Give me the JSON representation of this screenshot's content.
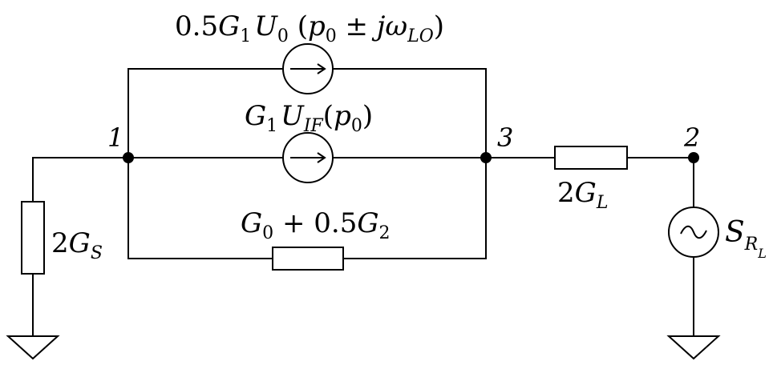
{
  "diagram": {
    "type": "circuit",
    "nodes": [
      {
        "id": "node-1",
        "label": "1"
      },
      {
        "id": "node-3",
        "label": "3"
      },
      {
        "id": "node-2",
        "label": "2"
      }
    ],
    "components": {
      "top_source": {
        "kind": "current-source",
        "label": {
          "coef": "0.5",
          "g": "G",
          "g_sub": "1",
          "u": "U",
          "u_sub": "0",
          "open": " (",
          "p": "p",
          "p_sub": "0",
          "pm": " ± ",
          "j": "j",
          "omega": "ω",
          "omega_sub": "LO",
          "close": ")"
        }
      },
      "mid_source": {
        "kind": "current-source",
        "label": {
          "g": "G",
          "g_sub": "1",
          "u": "U",
          "u_sub": "IF",
          "open": "(",
          "p": "p",
          "p_sub": "0",
          "close": ")"
        }
      },
      "bottom_conductance": {
        "kind": "resistor",
        "label": {
          "g0": "G",
          "g0_sub": "0",
          "plus": " + 0.5",
          "g2": "G",
          "g2_sub": "2"
        }
      },
      "source_conductance": {
        "kind": "resistor",
        "label": {
          "coef": "2",
          "g": "G",
          "sub": "S"
        }
      },
      "load_conductance": {
        "kind": "resistor",
        "label": {
          "coef": "2",
          "g": "G",
          "sub": "L"
        }
      },
      "noise_source": {
        "kind": "ac-source",
        "symbol": "~",
        "label": {
          "s": "S",
          "sub": "R",
          "subsub": "L"
        }
      }
    }
  }
}
